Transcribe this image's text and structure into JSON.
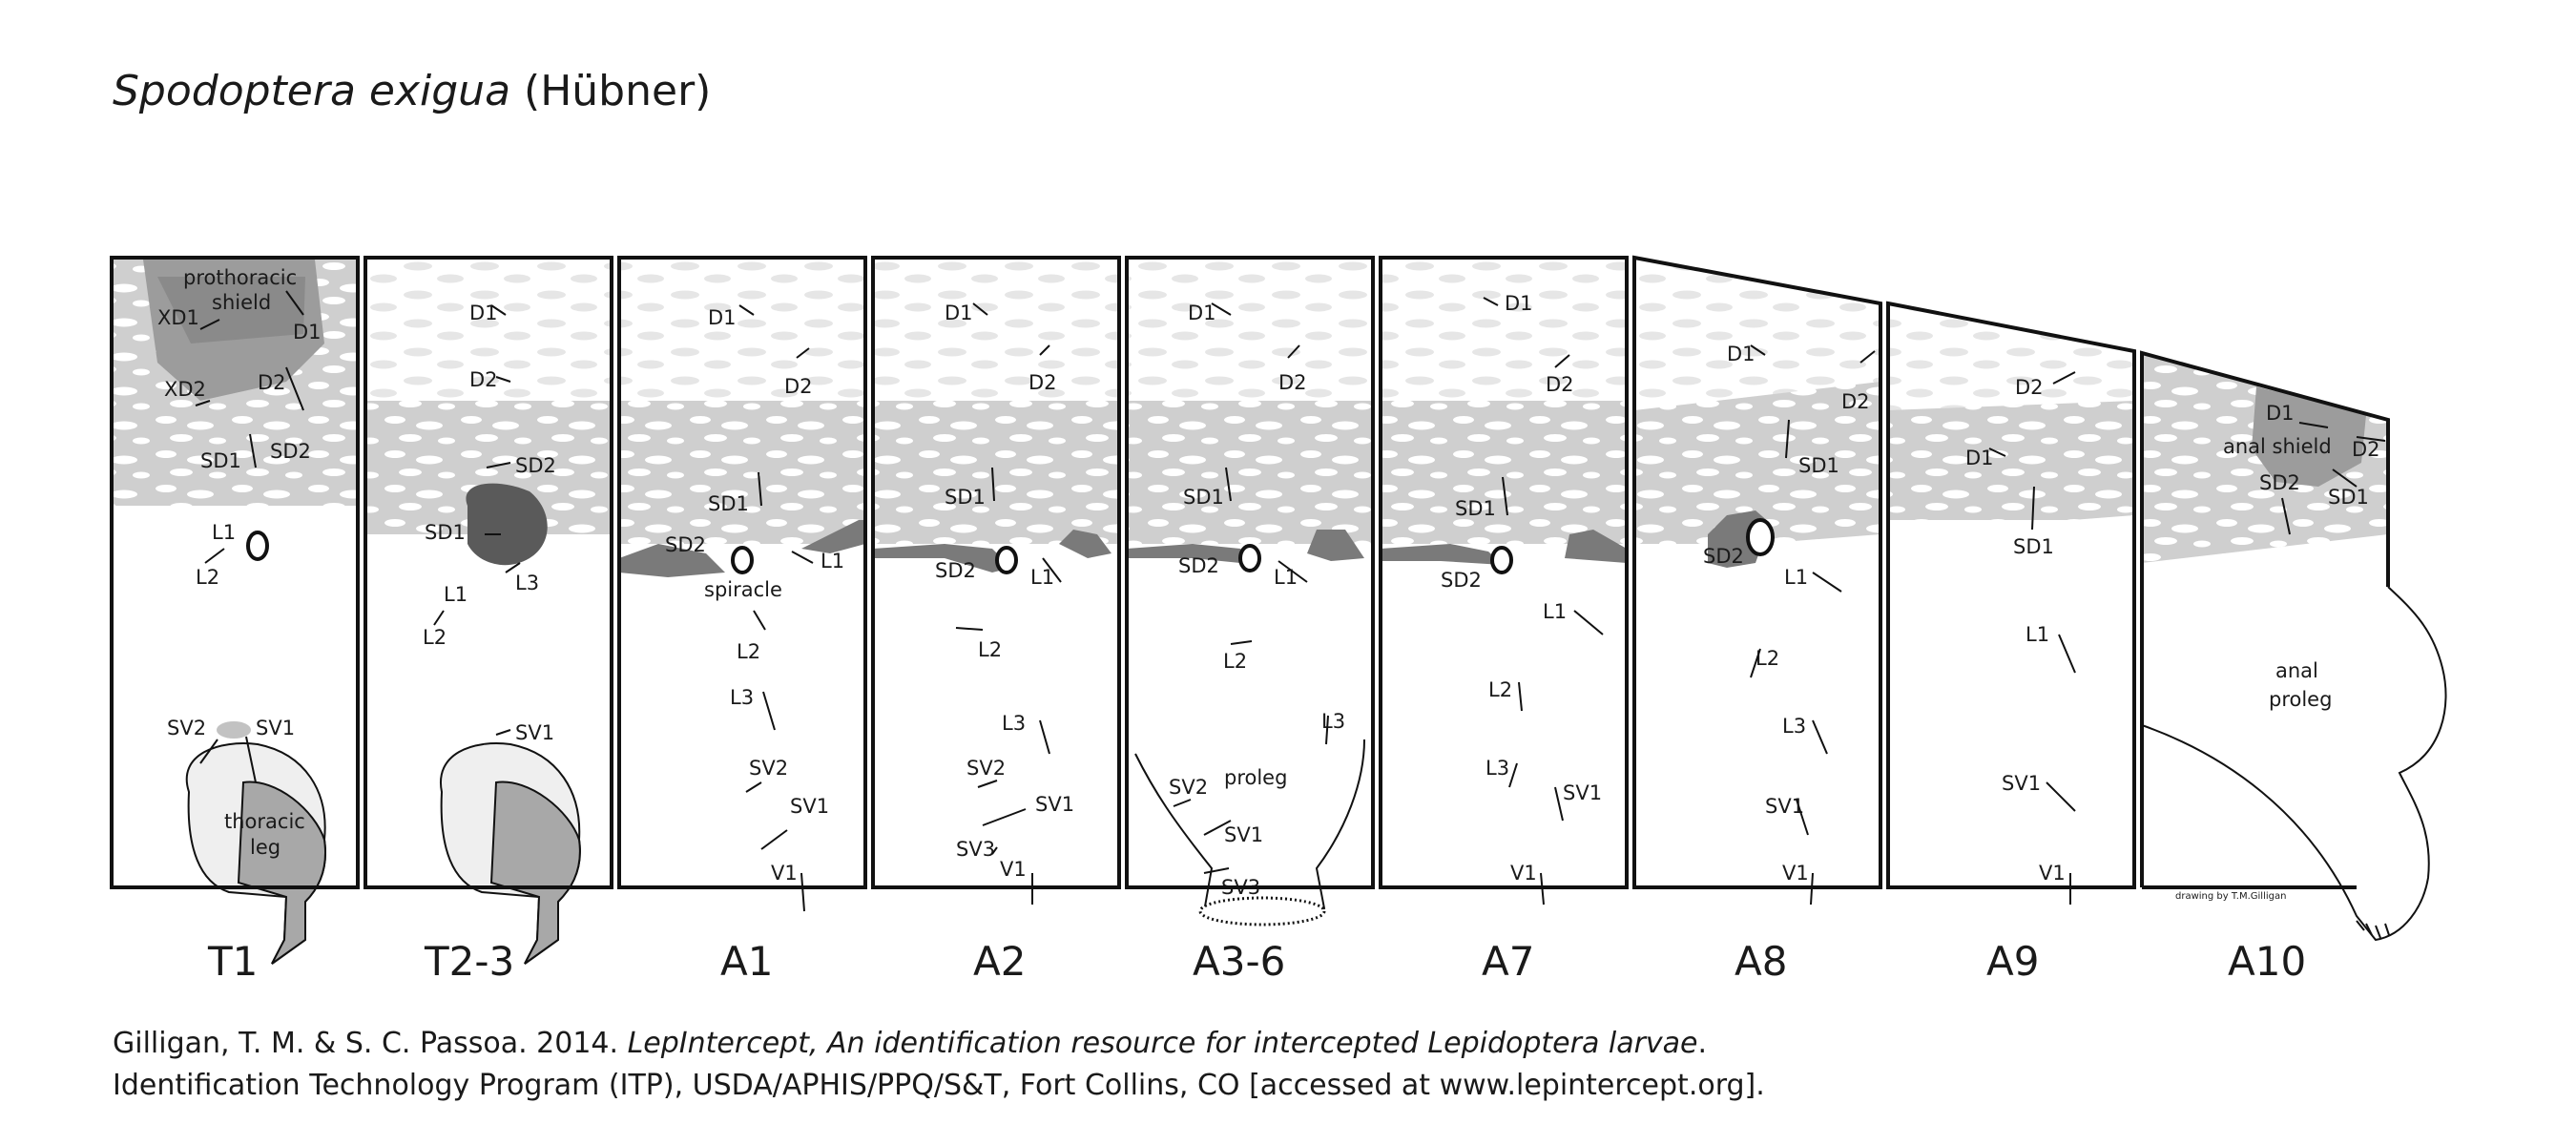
{
  "title": {
    "species": "Spodoptera exigua",
    "author": "(Hübner)"
  },
  "segments": [
    {
      "id": "T1",
      "label": "T1",
      "setae": [
        "XD1",
        "D1",
        "XD2",
        "D2",
        "SD1",
        "SD2",
        "L1",
        "L2",
        "SV2",
        "SV1"
      ],
      "structures": {
        "shield": "prothoracic\nshield",
        "leg": "thoracic\nleg"
      }
    },
    {
      "id": "T2-3",
      "label": "T2-3",
      "setae": [
        "D1",
        "D2",
        "SD2",
        "SD1",
        "L1",
        "L2",
        "L3",
        "SV1"
      ]
    },
    {
      "id": "A1",
      "label": "A1",
      "setae": [
        "D1",
        "D2",
        "SD1",
        "SD2",
        "L1",
        "L2",
        "L3",
        "SV2",
        "SV1",
        "V1"
      ],
      "structures": {
        "spiracle": "spiracle"
      }
    },
    {
      "id": "A2",
      "label": "A2",
      "setae": [
        "D1",
        "D2",
        "SD1",
        "SD2",
        "L1",
        "L2",
        "L3",
        "SV2",
        "SV1",
        "SV3",
        "V1"
      ]
    },
    {
      "id": "A3-6",
      "label": "A3-6",
      "setae": [
        "D1",
        "D2",
        "SD1",
        "SD2",
        "L1",
        "L2",
        "L3",
        "SV2",
        "SV1",
        "SV3"
      ],
      "structures": {
        "proleg": "proleg"
      }
    },
    {
      "id": "A7",
      "label": "A7",
      "setae": [
        "D1",
        "D2",
        "SD1",
        "SD2",
        "L1",
        "L2",
        "L3",
        "SV1",
        "V1"
      ]
    },
    {
      "id": "A8",
      "label": "A8",
      "setae": [
        "D1",
        "D2",
        "SD1",
        "SD2",
        "L1",
        "L2",
        "L3",
        "SV1",
        "V1"
      ]
    },
    {
      "id": "A9",
      "label": "A9",
      "setae": [
        "D2",
        "D1",
        "SD1",
        "L1",
        "SV1",
        "V1"
      ]
    },
    {
      "id": "A10",
      "label": "A10",
      "setae": [
        "D1",
        "D2",
        "SD2",
        "SD1"
      ],
      "structures": {
        "shield": "anal shield",
        "proleg": "anal\nproleg"
      }
    }
  ],
  "credit": "drawing by T.M.Gilligan",
  "citation": {
    "line1_prefix": "Gilligan, T. M. & S. C. Passoa. 2014. ",
    "line1_italic": "LepIntercept, An identification resource for intercepted Lepidoptera larvae",
    "line1_suffix": ".",
    "line2": "Identification Technology Program (ITP), USDA/APHIS/PPQ/S&T, Fort Collins, CO [accessed at www.lepintercept.org]."
  },
  "colors": {
    "outline": "#111111",
    "light_gray": "#cfcfcf",
    "mid_gray": "#9c9c9c",
    "dark_gray": "#5a5a5a",
    "background": "#ffffff"
  }
}
